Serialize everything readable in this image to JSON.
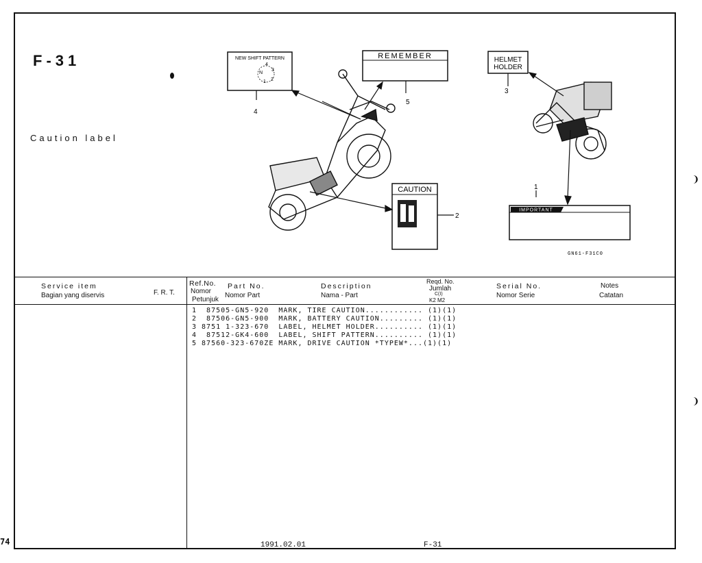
{
  "title": {
    "code": "F-31",
    "name": "Caution label"
  },
  "illustration": {
    "callouts": [
      "4",
      "5",
      "3",
      "2",
      "1"
    ],
    "labels": {
      "shift_pattern": "NEW SHIFT PATTERN",
      "shift_gears": [
        "N",
        "1",
        "2",
        "3",
        "4"
      ],
      "remember": "REMEMBER",
      "helmet_holder": [
        "HELMET",
        "HOLDER"
      ],
      "caution": "CAUTION",
      "important": "IMPORTANT"
    },
    "figure_code": "GN61-F31C0"
  },
  "table": {
    "headers": {
      "service_item_en": "Service   item",
      "service_item_id": "Bagian yang diservis",
      "frt": "F. R. T.",
      "ref_en": "Ref.No.",
      "ref_id_1": "Nomor",
      "ref_id_2": "Petunjuk",
      "part_no_en": "Part  No.",
      "part_no_id": "Nomor Part",
      "desc_en": "Description",
      "desc_id": "Nama - Part",
      "reqd_en": "Reqd. No.",
      "reqd_id": "Jumlah",
      "reqd_code": "C(I)",
      "reqd_models": "K2  M2",
      "serial_en": "Serial  No.",
      "serial_id": "Nomor Serie",
      "notes_en": "Notes",
      "notes_id": "Catatan"
    },
    "rows": [
      "1  87505-GN5-920  MARK, TIRE CAUTION............ (1)(1)",
      "2  87506-GN5-900  MARK, BATTERY CAUTION......... (1)(1)",
      "3 8751 1-323-670  LABEL, HELMET HOLDER.......... (1)(1)",
      "4  87512-GK4-600  LABEL, SHIFT PATTERN.......... (1)(1)",
      "5 87560-323-670ZE MARK, DRIVE CAUTION *TYPEW*...(1)(1)"
    ]
  },
  "footer": {
    "date": "1991.02.01",
    "code": "F-31",
    "page": "74"
  }
}
